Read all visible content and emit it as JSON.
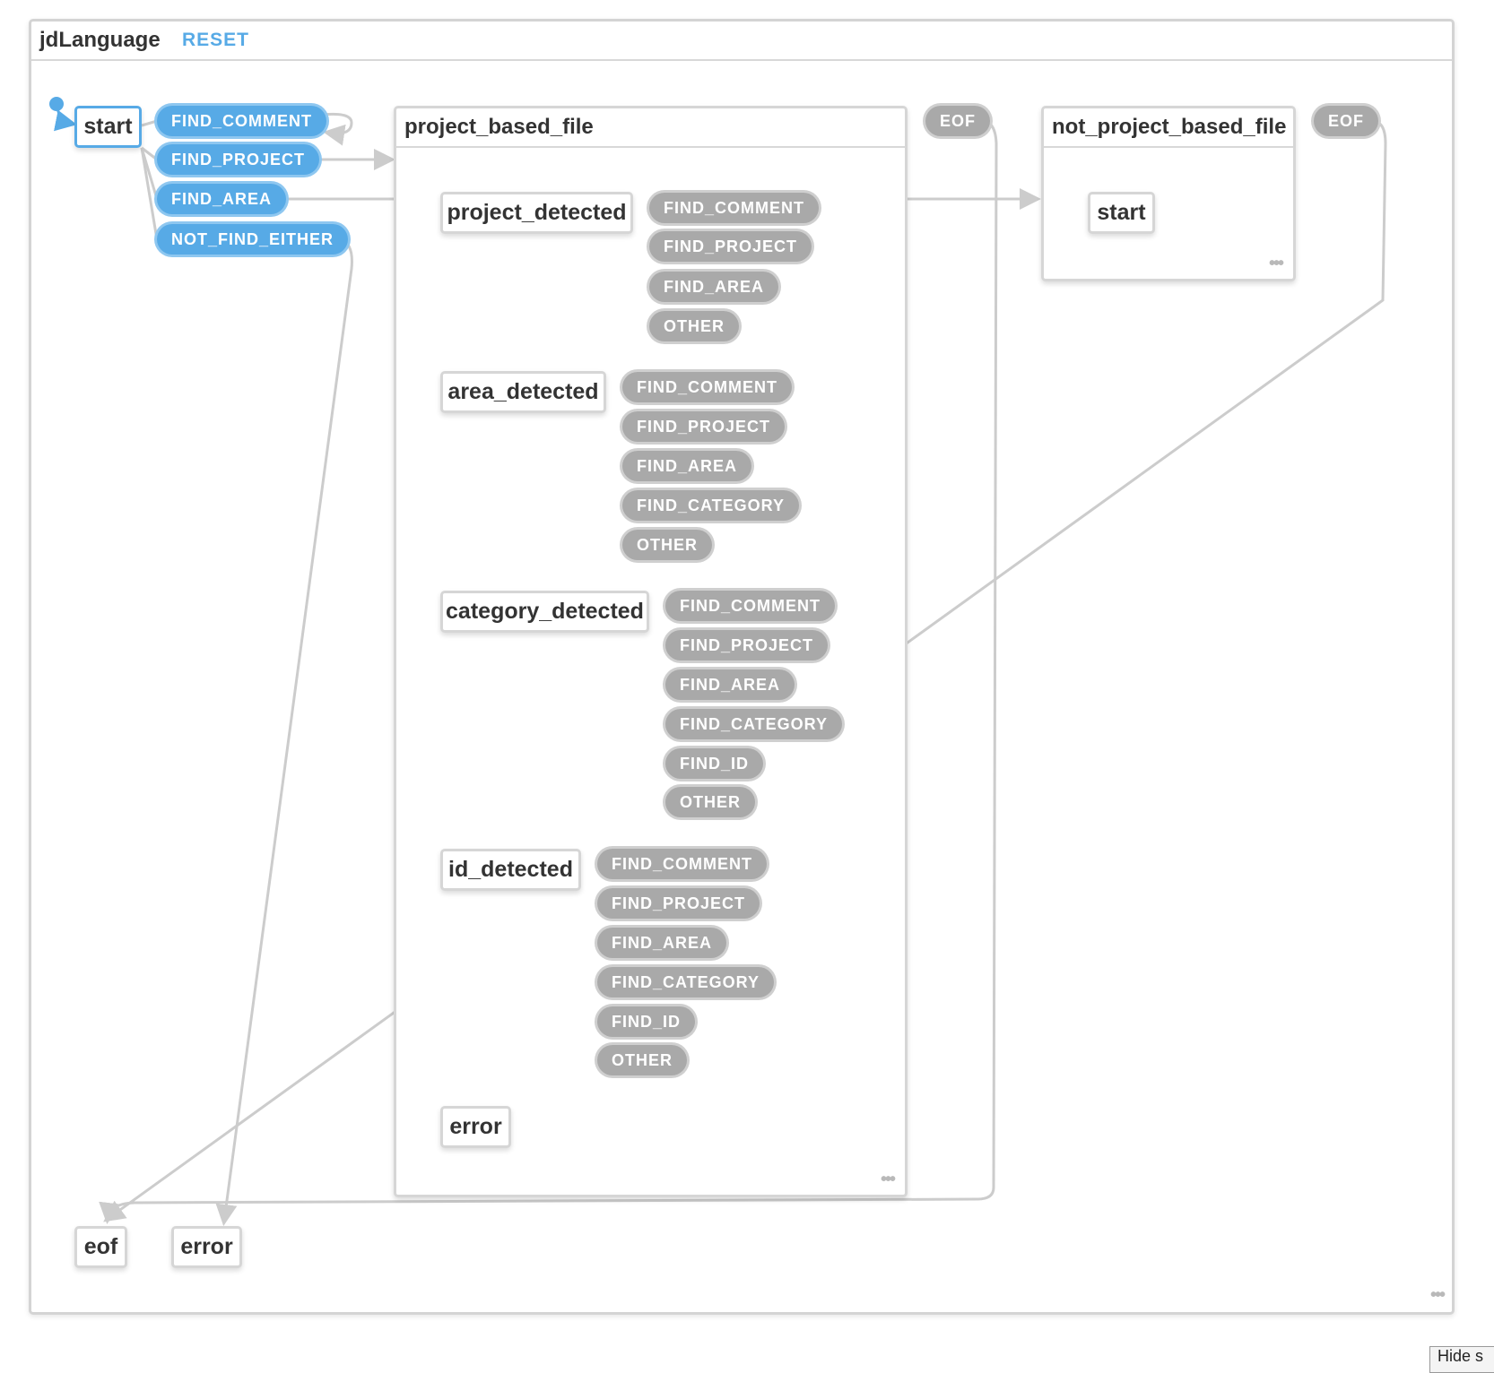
{
  "machine": {
    "title": "jdLanguage",
    "reset_label": "RESET",
    "ellipsis": "•••"
  },
  "colors": {
    "active": "#57aae6",
    "event_inactive": "#a9a9a9",
    "border": "#d6d6d6"
  },
  "states": {
    "start": "start",
    "eof": "eof",
    "error": "error",
    "project_based_file": {
      "title": "project_based_file",
      "ellipsis": "•••",
      "children": {
        "project_detected": "project_detected",
        "area_detected": "area_detected",
        "category_detected": "category_detected",
        "id_detected": "id_detected",
        "error": "error"
      },
      "eof_event": "EOF"
    },
    "not_project_based_file": {
      "title": "not_project_based_file",
      "ellipsis": "•••",
      "child_start": "start",
      "eof_event": "EOF"
    }
  },
  "events": {
    "start": [
      "FIND_COMMENT",
      "FIND_PROJECT",
      "FIND_AREA",
      "NOT_FIND_EITHER"
    ],
    "project_detected": [
      "FIND_COMMENT",
      "FIND_PROJECT",
      "FIND_AREA",
      "OTHER"
    ],
    "area_detected": [
      "FIND_COMMENT",
      "FIND_PROJECT",
      "FIND_AREA",
      "FIND_CATEGORY",
      "OTHER"
    ],
    "category_detected": [
      "FIND_COMMENT",
      "FIND_PROJECT",
      "FIND_AREA",
      "FIND_CATEGORY",
      "FIND_ID",
      "OTHER"
    ],
    "id_detected": [
      "FIND_COMMENT",
      "FIND_PROJECT",
      "FIND_AREA",
      "FIND_CATEGORY",
      "FIND_ID",
      "OTHER"
    ]
  },
  "hide_button_label": "Hide s"
}
